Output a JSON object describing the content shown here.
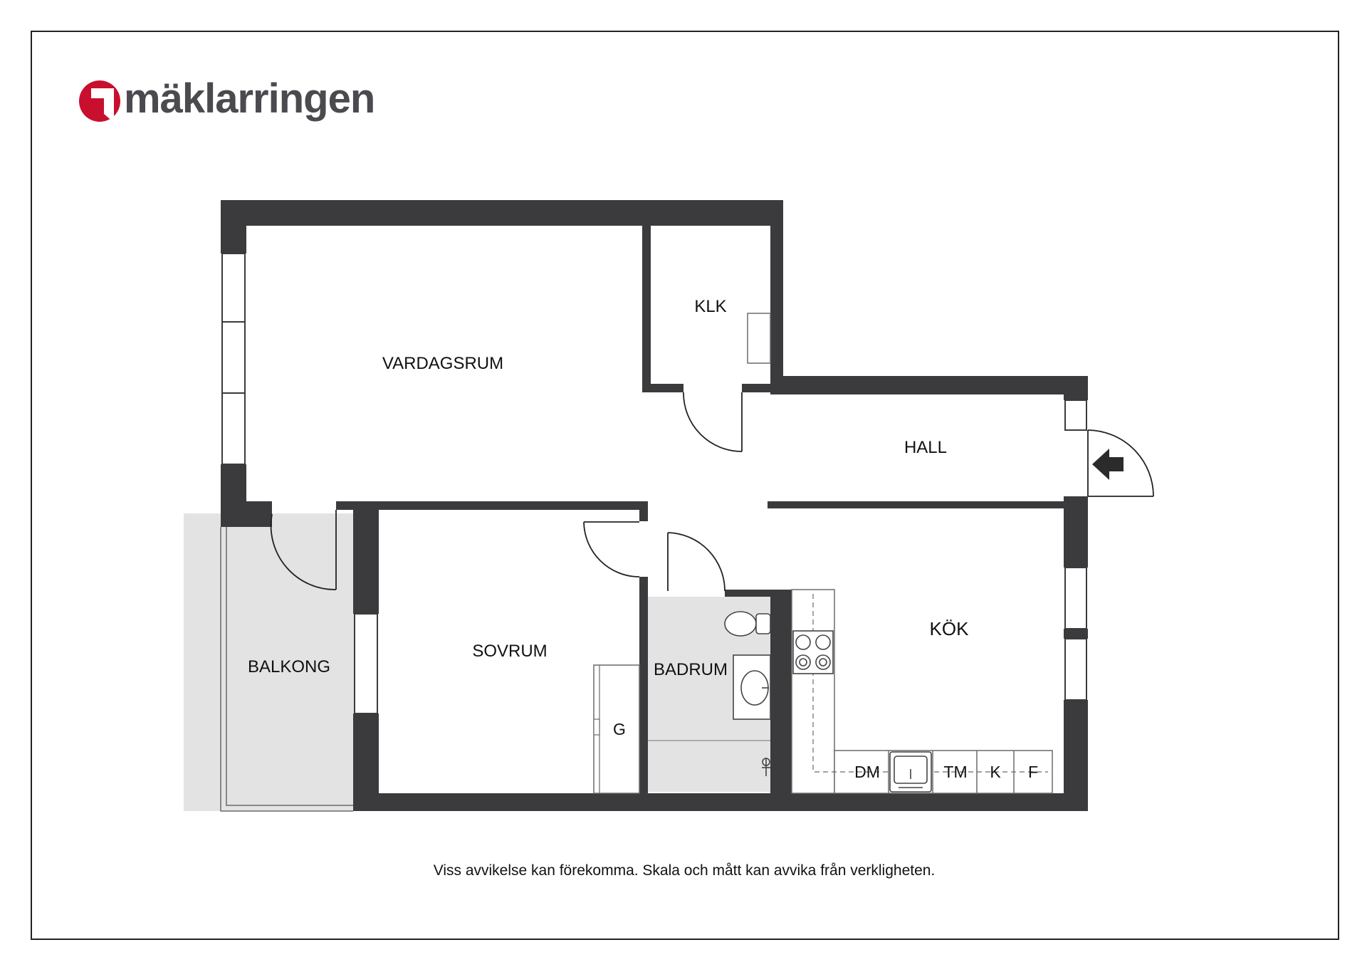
{
  "brand": {
    "name": "mäklarringen",
    "colors": {
      "logo_red": "#c8102e",
      "logo_text": "#4a4a4f"
    }
  },
  "plan": {
    "colors": {
      "wall": "#3b3b3d",
      "floor": "#ffffff",
      "tiled": "#e3e3e3",
      "line": "#6b6b6b"
    },
    "rooms": {
      "vardagsrum": "VARDAGSRUM",
      "klk": "KLK",
      "hall": "HALL",
      "sovrum": "SOVRUM",
      "balkong": "BALKONG",
      "badrum": "BADRUM",
      "kok": "KÖK"
    },
    "fixtures": {
      "wardrobe": "G",
      "dishwasher": "DM",
      "washer": "TM",
      "fridge": "K",
      "freezer": "F"
    },
    "icons": [
      "entrance-arrow-icon",
      "toilet-icon",
      "sink-icon",
      "stove-icon",
      "kitchen-sink-icon",
      "shower-icon"
    ]
  },
  "footer": {
    "disclaimer": "Viss avvikelse kan förekomma. Skala och mått kan avvika från verkligheten."
  }
}
